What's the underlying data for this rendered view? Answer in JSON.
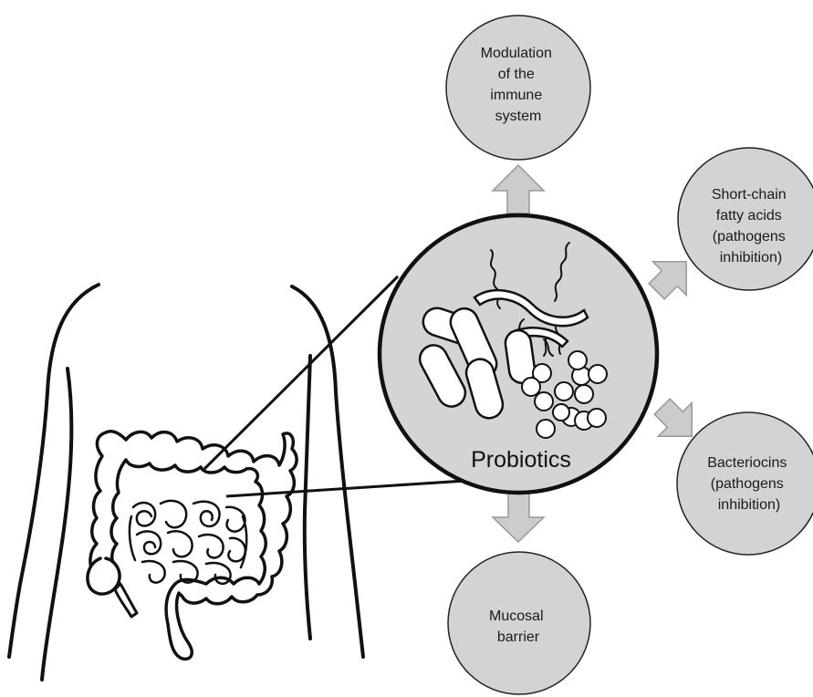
{
  "diagram": {
    "center": {
      "label": "Probiotics",
      "icon": "bacteria-icon",
      "fill": "#d4d4d4"
    },
    "anatomy": {
      "icon": "torso-intestines-icon"
    },
    "effects": {
      "immune": {
        "lines": [
          "Modulation",
          "of the",
          "immune",
          "system"
        ]
      },
      "scfa": {
        "lines": [
          "Short-chain",
          "fatty acids",
          "(pathogens",
          "inhibition)"
        ]
      },
      "bacteriocins": {
        "lines": [
          "Bacteriocins",
          "(pathogens",
          "inhibition)"
        ]
      },
      "mucosal": {
        "lines": [
          "Mucosal",
          "barrier"
        ]
      }
    },
    "colors": {
      "bubble_fill": "#d3d3d3",
      "arrow_fill": "#cccccc",
      "stroke": "#111111"
    }
  }
}
